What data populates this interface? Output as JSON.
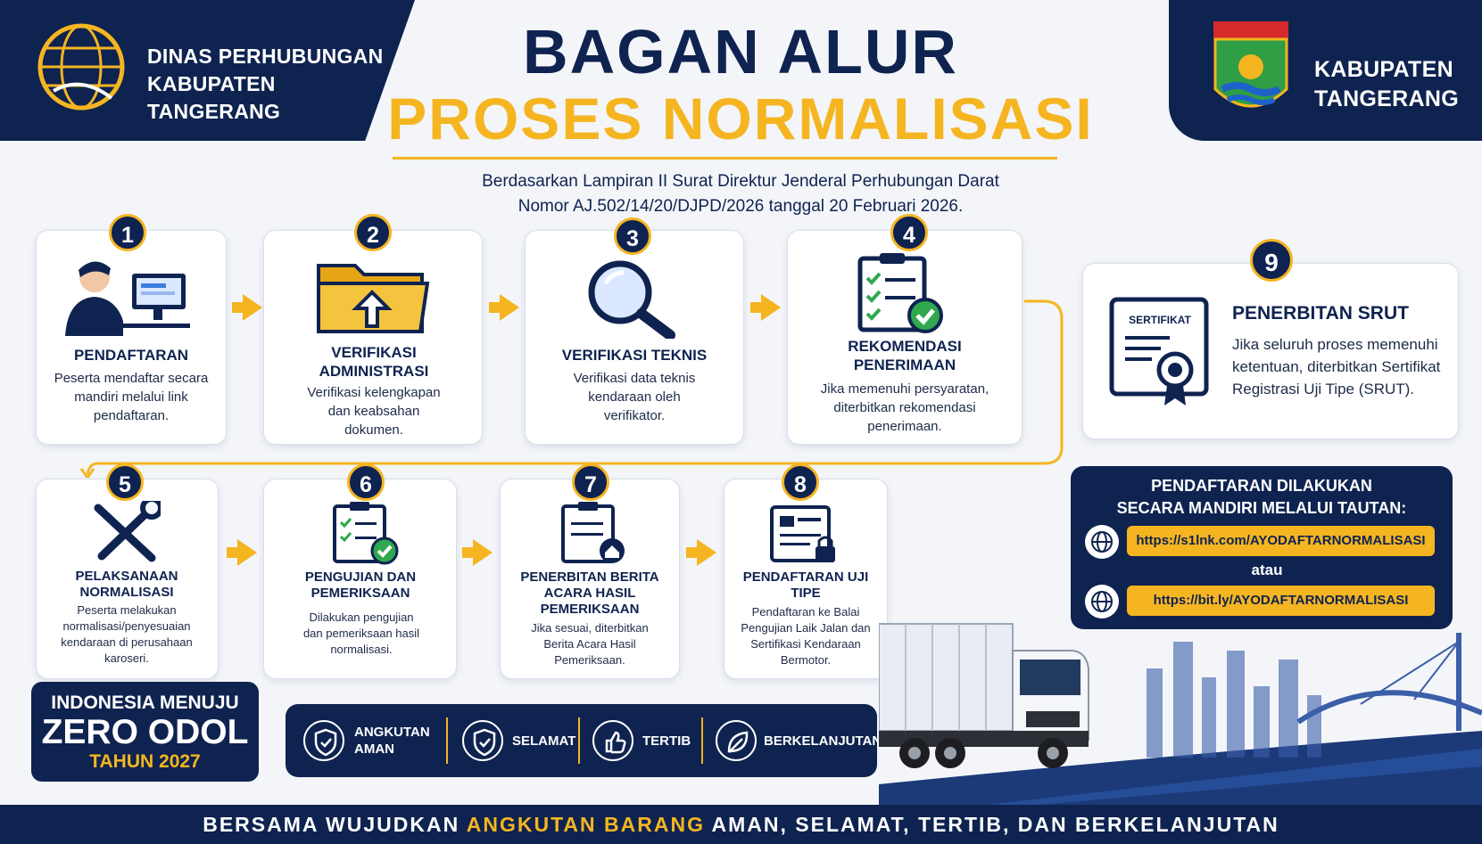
{
  "header": {
    "org_left": [
      "DINAS PERHUBUNGAN",
      "KABUPATEN TANGERANG"
    ],
    "org_right": [
      "KABUPATEN",
      "TANGERANG"
    ],
    "title_line1": "BAGAN ALUR",
    "title_line2": "PROSES NORMALISASI",
    "subtitle_line1": "Berdasarkan Lampiran II Surat Direktur Jenderal Perhubungan Darat",
    "subtitle_line2": "Nomor AJ.502/14/20/DJPD/2026 tanggal 20 Februari 2026."
  },
  "steps": [
    {
      "num": "1",
      "title": "PENDAFTARAN",
      "desc": "Peserta mendaftar secara mandiri melalui link pendaftaran.",
      "icon": "computer-user-icon"
    },
    {
      "num": "2",
      "title": "VERIFIKASI ADMINISTRASI",
      "desc": "Verifikasi kelengkapan dan keabsahan dokumen.",
      "icon": "folder-upload-icon"
    },
    {
      "num": "3",
      "title": "VERIFIKASI TEKNIS",
      "desc": "Verifikasi data teknis kendaraan oleh verifikator.",
      "icon": "magnifier-icon"
    },
    {
      "num": "4",
      "title": "REKOMENDASI PENERIMAAN",
      "desc": "Jika memenuhi persyaratan, diterbitkan rekomendasi penerimaan.",
      "icon": "checklist-approved-icon"
    },
    {
      "num": "5",
      "title": "PELAKSANAAN NORMALISASI",
      "desc": "Peserta melakukan normalisasi/penyesuaian kendaraan di perusahaan karoseri.",
      "icon": "wrench-screwdriver-icon"
    },
    {
      "num": "6",
      "title": "PENGUJIAN DAN PEMERIKSAAN",
      "desc": "Dilakukan pengujian dan pemeriksaan hasil normalisasi.",
      "icon": "clipboard-check-icon"
    },
    {
      "num": "7",
      "title": "PENERBITAN BERITA ACARA HASIL PEMERIKSAAN",
      "desc": "Jika sesuai, diterbitkan Berita Acara Hasil Pemeriksaan.",
      "icon": "clipboard-home-icon"
    },
    {
      "num": "8",
      "title": "PENDAFTARAN UJI TIPE",
      "desc": "Pendaftaran ke Balai Pengujian Laik Jalan dan Sertifikasi Kendaraan Bermotor.",
      "icon": "id-card-lock-icon"
    },
    {
      "num": "9",
      "title": "PENERBITAN SRUT",
      "desc": "Jika seluruh proses memenuhi ketentuan, diterbitkan Sertifikat Registrasi Uji Tipe (SRUT).",
      "icon": "certificate-icon",
      "cert_label": "SERTIFIKAT"
    }
  ],
  "links": {
    "heading_line1": "PENDAFTARAN DILAKUKAN",
    "heading_line2": "SECARA MANDIRI MELALUI TAUTAN:",
    "url1": "https://s1lnk.com/AYODAFTARNORMALISASI",
    "or": "atau",
    "url2": "https://bit.ly/AYODAFTARNORMALISASI"
  },
  "badge": {
    "line1": "INDONESIA MENUJU",
    "line2": "ZERO ODOL",
    "line3": "TAHUN 2027"
  },
  "values": [
    {
      "label_line1": "ANGKUTAN",
      "label_line2": "AMAN",
      "icon": "shield-check-icon"
    },
    {
      "label_line1": "SELAMAT",
      "label_line2": "",
      "icon": "shield-check-icon"
    },
    {
      "label_line1": "TERTIB",
      "label_line2": "",
      "icon": "thumbs-up-icon"
    },
    {
      "label_line1": "BERKELANJUTAN",
      "label_line2": "",
      "icon": "leaf-icon"
    }
  ],
  "footer": {
    "pre": "BERSAMA WUJUDKAN ",
    "highlight": "ANGKUTAN BARANG",
    "post": " AMAN, SELAMAT, TERTIB, DAN BERKELANJUTAN"
  },
  "colors": {
    "navy": "#0f2350",
    "gold": "#f5b521",
    "green": "#2fa84f"
  }
}
